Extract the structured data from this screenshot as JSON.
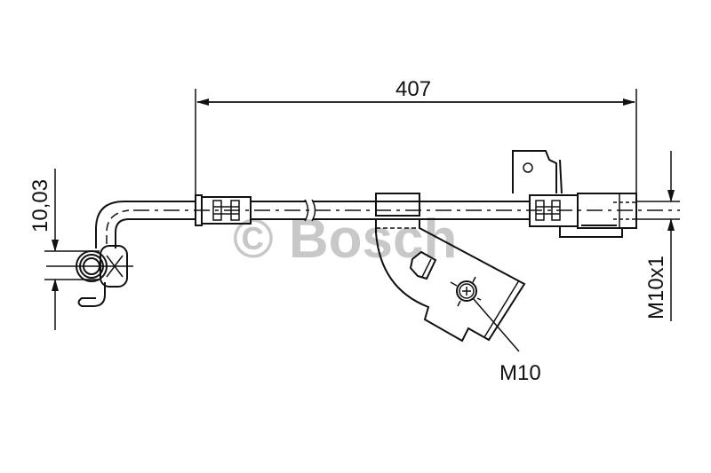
{
  "drawing": {
    "dimensions": {
      "length": "407",
      "left_offset": "10,03",
      "thread_right": "M10x1",
      "bolt_thread": "M10"
    },
    "watermark": "© Bosch",
    "colors": {
      "line": "#111111",
      "watermark": "#c8c8c8"
    }
  }
}
